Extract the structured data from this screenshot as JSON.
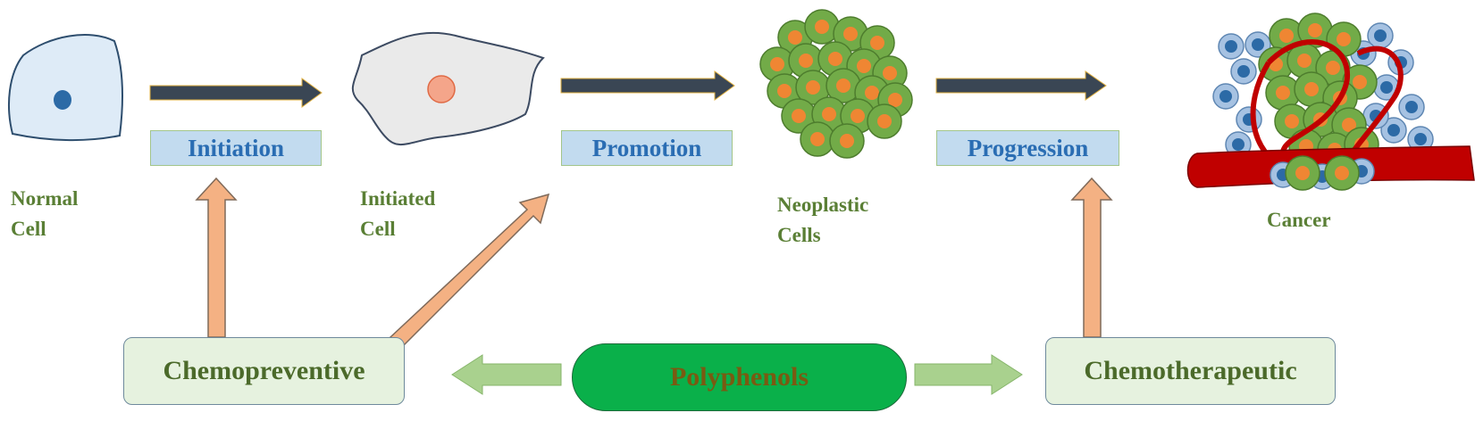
{
  "stages": {
    "initiation": "Initiation",
    "promotion": "Promotion",
    "progression": "Progression"
  },
  "cells": {
    "normal_line1": "Normal",
    "normal_line2": "Cell",
    "initiated_line1": "Initiated",
    "initiated_line2": "Cell",
    "neoplastic_line1": "Neoplastic",
    "neoplastic_line2": "Cells",
    "cancer": "Cancer"
  },
  "actions": {
    "chemopreventive": "Chemopreventive",
    "polyphenols": "Polyphenols",
    "chemotherapeutic": "Chemotherapeutic"
  },
  "colors": {
    "stage_fill": "#c2dbef",
    "stage_text": "#2a6db3",
    "caption_text": "#5a7f35",
    "action_text": "#4b6a2a",
    "pill_fill": "#0ab04a",
    "pill_text": "#7a5a12",
    "dark_arrow": "#3a4654",
    "up_arrow": "#f4b183",
    "green_arrow": "#a9d18e",
    "neoplastic_cell": "#72ab48",
    "neoplastic_nucleus": "#ef8633",
    "immune_cell": "#a6c2e2",
    "immune_nucleus": "#2c6aa6",
    "vessel": "#c00000"
  }
}
